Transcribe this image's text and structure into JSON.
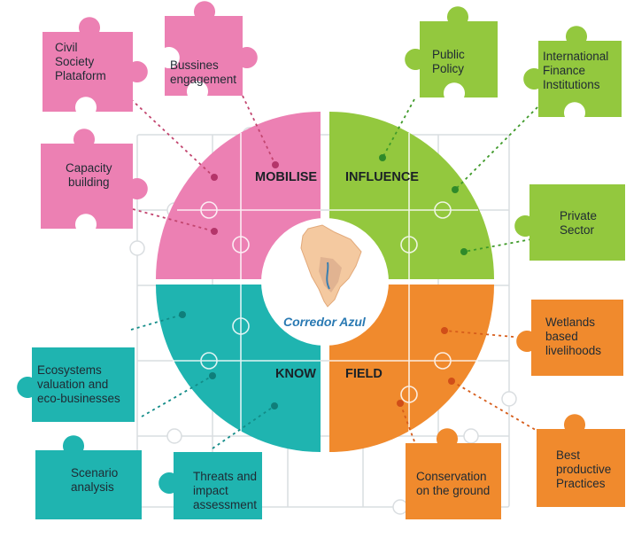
{
  "colors": {
    "mobilise": "#ec80b3",
    "influence": "#93c83e",
    "know": "#1fb4b0",
    "field": "#f08a2d",
    "outline": "#d9dde0",
    "ring_bg": "#f7f7f7",
    "map_land": "#f4c9a0",
    "map_river": "#3a7fb0",
    "center_text": "#2a7ab3"
  },
  "quadrants": {
    "mobilise": "MOBILISE",
    "influence": "INFLUENCE",
    "know": "KNOW",
    "field": "FIELD"
  },
  "center_title": "Corredor Azul",
  "pieces": {
    "civil_society": [
      "Civil",
      "Society",
      "Plataform"
    ],
    "business": [
      "Bussines",
      "engagement"
    ],
    "capacity": [
      "Capacity",
      "building"
    ],
    "public_policy": [
      "Public",
      "Policy"
    ],
    "ifi": [
      "International",
      "Finance",
      "Institutions"
    ],
    "private_sector": [
      "Private",
      "Sector"
    ],
    "ecosystems": [
      "Ecosystems",
      "valuation and",
      "eco-businesses"
    ],
    "scenario": [
      "Scenario",
      "analysis"
    ],
    "threats": [
      "Threats and",
      "impact",
      "assessment"
    ],
    "wetlands": [
      "Wetlands",
      "based",
      "livelihoods"
    ],
    "best_practices": [
      "Best",
      "productive",
      "Practices"
    ],
    "conservation": [
      "Conservation",
      "on the ground"
    ]
  },
  "icons": {
    "map": "south-america-map-icon"
  }
}
